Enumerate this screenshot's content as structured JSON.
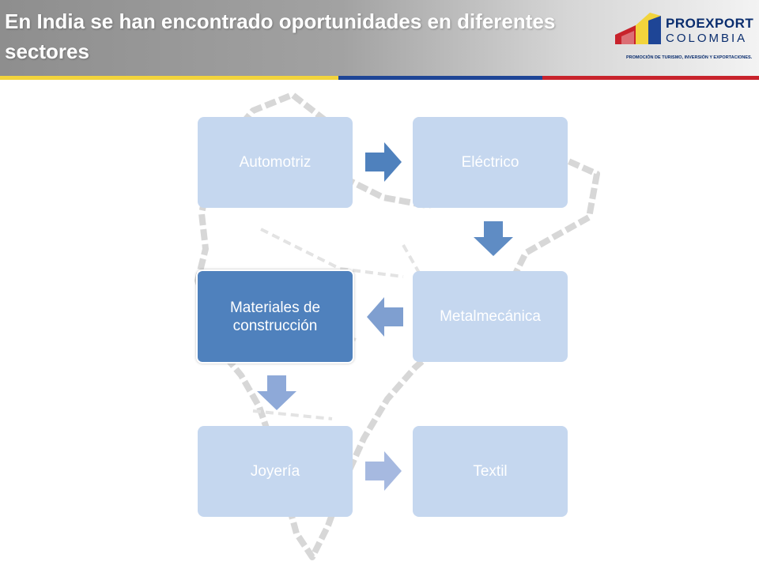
{
  "header": {
    "title": "En India se han encontrado oportunidades en diferentes sectores"
  },
  "logo": {
    "name": "PROEXPORT",
    "country": "COLOMBIA",
    "tagline": "PROMOCIÓN DE TURISMO, INVERSIÓN Y EXPORTACIONES."
  },
  "diagram": {
    "steps": [
      {
        "label": "Automotriz"
      },
      {
        "label": "Eléctrico"
      },
      {
        "label": "Metalmecánica"
      },
      {
        "label": "Materiales de construcción"
      },
      {
        "label": "Joyería"
      },
      {
        "label": "Textil"
      }
    ],
    "box_color": "#c5d7ef",
    "active_box_color": "#4f81bd",
    "arrow_colors": [
      "#4f81bd",
      "#5f8cc4",
      "#7f9fd0",
      "#8ea9d8",
      "#a6b9e0"
    ]
  },
  "colors": {
    "stripe_yellow": "#f2d43c",
    "stripe_blue": "#1e4596",
    "stripe_red": "#c8232c"
  }
}
